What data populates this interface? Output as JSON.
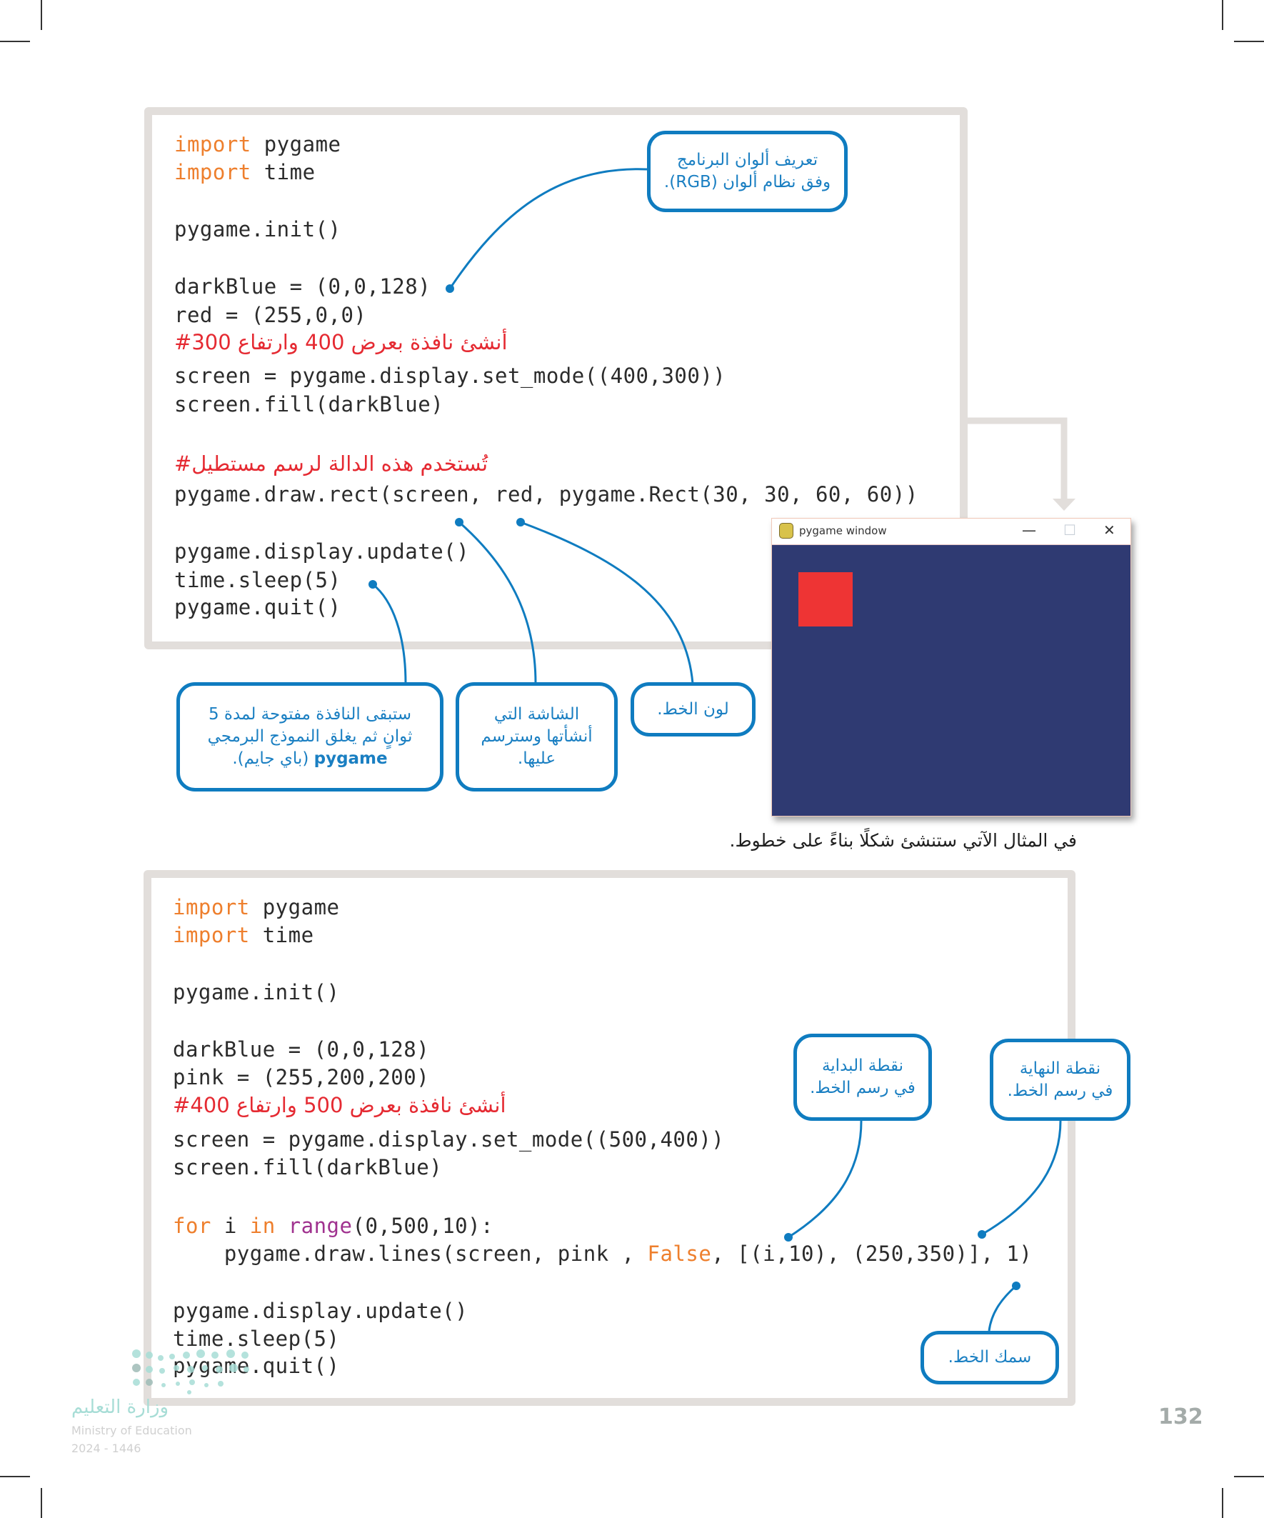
{
  "page_number": "132",
  "colors": {
    "callout_blue": "#0f7cc0",
    "keyword_orange": "#ee7f2d",
    "builtin_purple": "#a0328f",
    "comment_red": "#e52a32",
    "window_dark_blue": "#2f3a72",
    "rect_red": "#ee3434",
    "box_border_gray": "#e2dedb"
  },
  "example1": {
    "code": {
      "line1_kw": "import",
      "line1_rest": " pygame",
      "line2_kw": "import",
      "line2_rest": " time",
      "line3": "pygame.init()",
      "line4": "darkBlue = (0,0,128)",
      "line5": "red = (255,0,0)",
      "comment1": "أنشئ نافذة بعرض 400 وارتفاع 300#",
      "line6": "screen = pygame.display.set_mode((400,300))",
      "line7": "screen.fill(darkBlue)",
      "comment2": "تُستخدم هذه الدالة لرسم مستطيل#",
      "line8": "pygame.draw.rect(screen, red, pygame.Rect(30, 30, 60, 60))",
      "line9": "pygame.display.update()",
      "line10": "time.sleep(5)",
      "line11": "pygame.quit()"
    },
    "callouts": {
      "rgb_line1": "تعريف ألوان البرنامج",
      "rgb_line2": "وفق نظام ألوان (RGB).",
      "sleep_line1": "ستبقى النافذة مفتوحة لمدة 5",
      "sleep_line2": "ثوانٍ ثم يغلق النموذج البرمجي",
      "sleep_line3_bold": "pygame",
      "sleep_line3_rest": " (باي جايم).",
      "screen_line1": "الشاشة التي",
      "screen_line2": "أنشأتها وسترسم",
      "screen_line3": "عليها.",
      "color": "لون الخط."
    },
    "window": {
      "title": "pygame window",
      "minimize": "—",
      "maximize": "☐",
      "close": "✕"
    }
  },
  "intro_text": "في المثال الآتي ستنشئ شكلًا بناءً على خطوط.",
  "example2": {
    "code": {
      "line1_kw": "import",
      "line1_rest": " pygame",
      "line2_kw": "import",
      "line2_rest": " time",
      "line3": "pygame.init()",
      "line4": "darkBlue = (0,0,128)",
      "line5": "pink = (255,200,200)",
      "comment1": "أنشئ نافذة بعرض 500 وارتفاع 400#",
      "line6": "screen = pygame.display.set_mode((500,400))",
      "line7": "screen.fill(darkBlue)",
      "for_kw": "for",
      "for_i": " i ",
      "in_kw": "in",
      "space": " ",
      "range_fn": "range",
      "range_args": "(0,500,10):",
      "lines_pre": "    pygame.draw.lines(screen, pink , ",
      "false_kw": "False",
      "lines_post": ", [(i,10), (250,350)], 1)",
      "line9": "pygame.display.update()",
      "line10": "time.sleep(5)",
      "line11": "pygame.quit()"
    },
    "callouts": {
      "start_line1": "نقطة البداية",
      "start_line2": "في رسم الخط.",
      "end_line1": "نقطة النهاية",
      "end_line2": "في رسم الخط.",
      "thickness": "سمك الخط."
    }
  },
  "footer_logo": {
    "arabic": "وزارة التعليم",
    "english": "Ministry of Education",
    "year": "2024 - 1446"
  }
}
